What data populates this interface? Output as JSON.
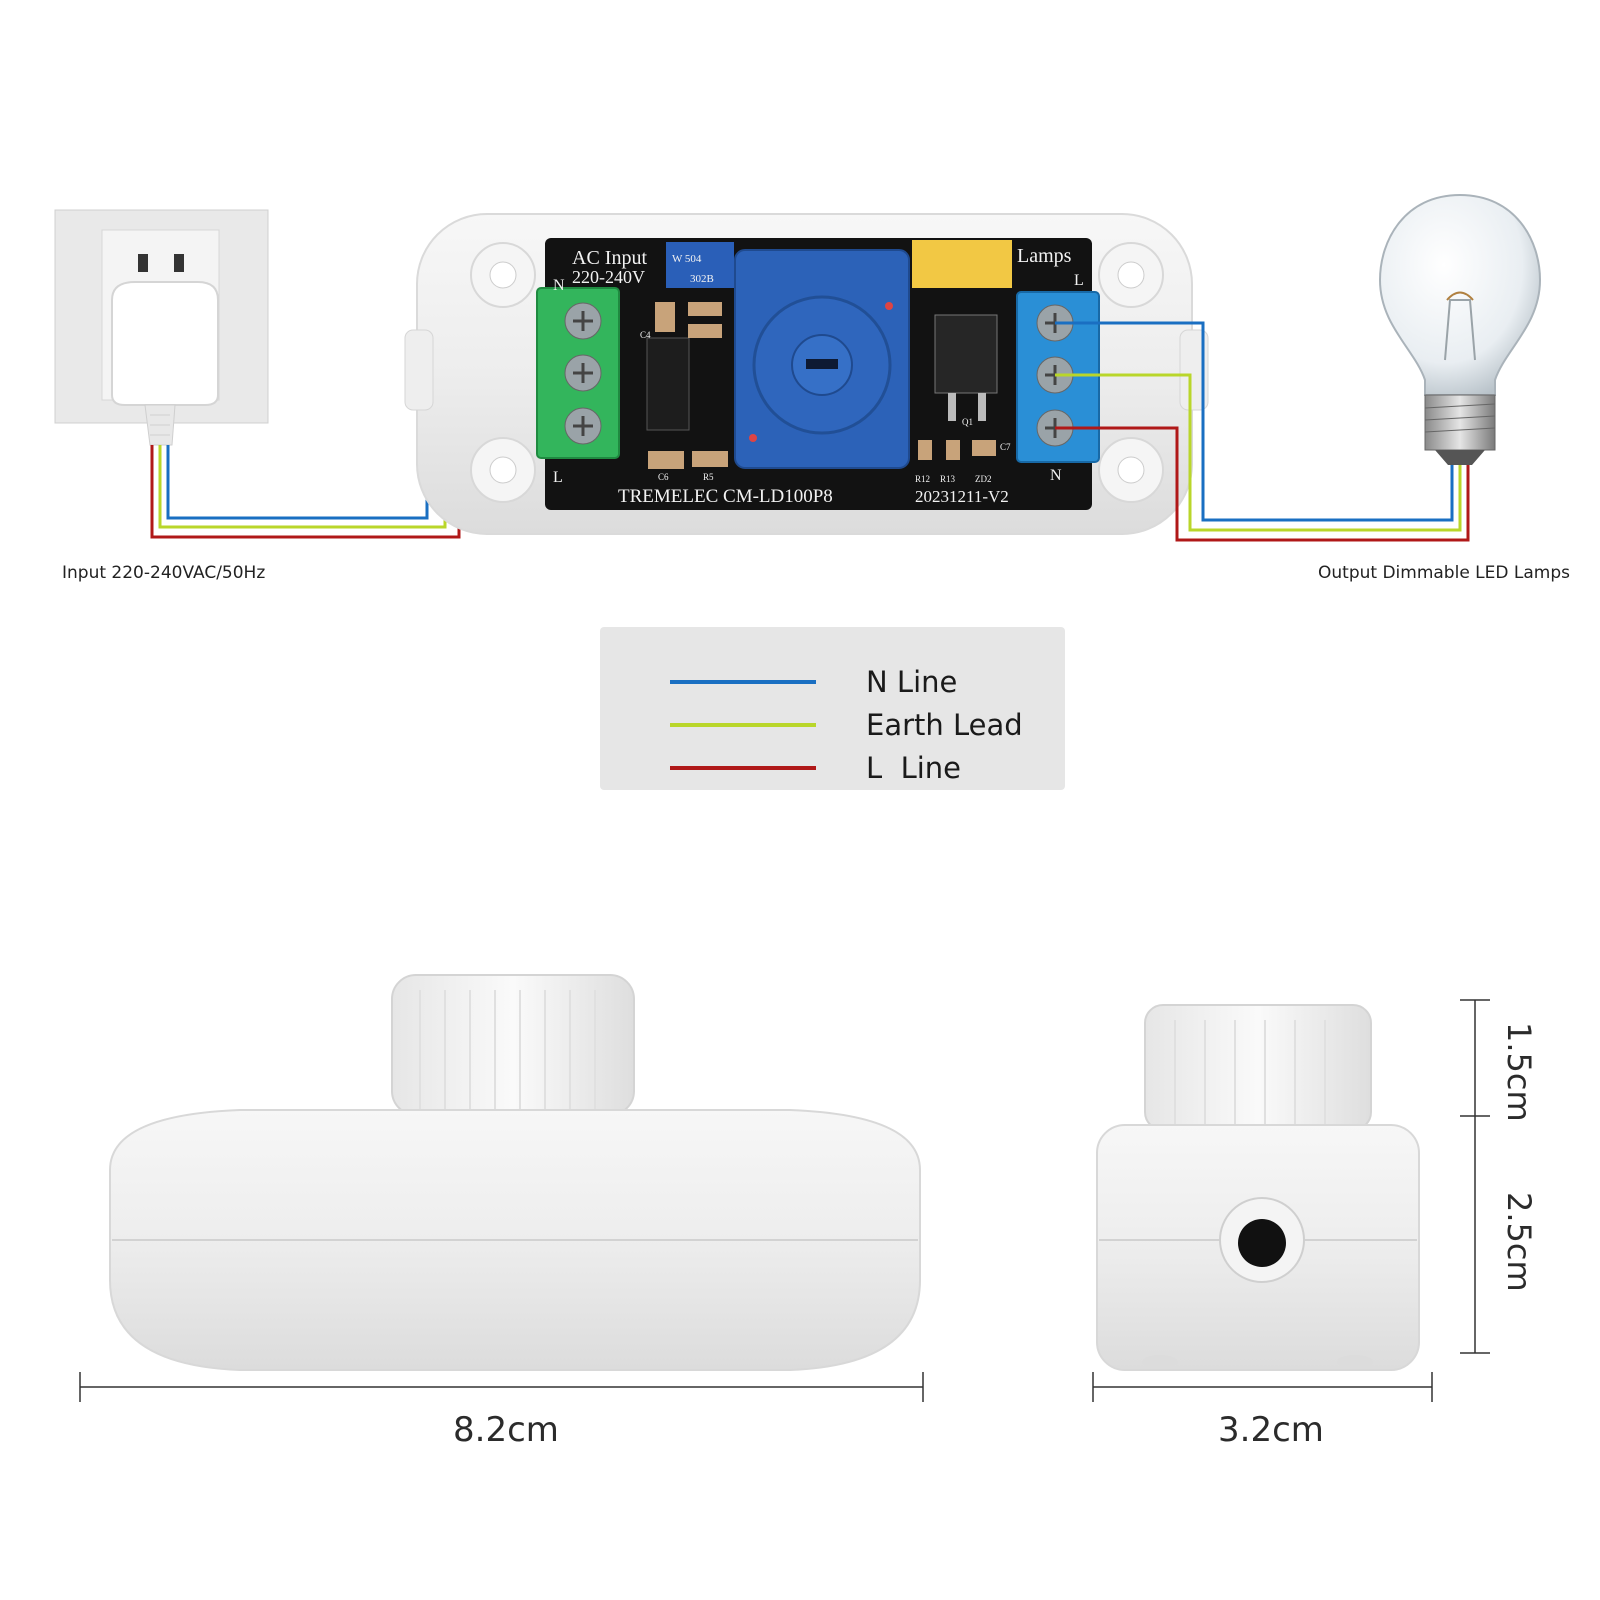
{
  "board": {
    "ac_input_label": "AC Input",
    "voltage_label": "220-240V",
    "lamps_label": "Lamps",
    "brand_model": "TREMELEC  CM-LD100P8",
    "version": "20231211-V2",
    "pot_marking": "W 504",
    "pot_marking2": "302B",
    "terminal_n_left": "N",
    "terminal_l_left": "L",
    "terminal_l_right": "L",
    "terminal_n_right": "N",
    "comp_c4": "C4",
    "comp_c6": "C6",
    "comp_r5": "R5",
    "comp_r12": "R12",
    "comp_r13": "R13",
    "comp_zd2": "ZD2",
    "comp_c7": "C7",
    "comp_q1": "Q1"
  },
  "captions": {
    "input": "Input 220-240VAC/50Hz",
    "output": "Output Dimmable LED Lamps"
  },
  "legend": {
    "items": [
      {
        "label": "N Line",
        "color": "#1a6fc2"
      },
      {
        "label": "Earth Lead",
        "color": "#b9d62a"
      },
      {
        "label": "L  Line",
        "color": "#b01818"
      }
    ]
  },
  "wire_colors": {
    "n": "#1a6fc2",
    "earth": "#b9d62a",
    "l": "#b01818"
  },
  "dimensions": {
    "length": "8.2cm",
    "width": "3.2cm",
    "knob_height": "1.5cm",
    "body_height": "2.5cm"
  }
}
